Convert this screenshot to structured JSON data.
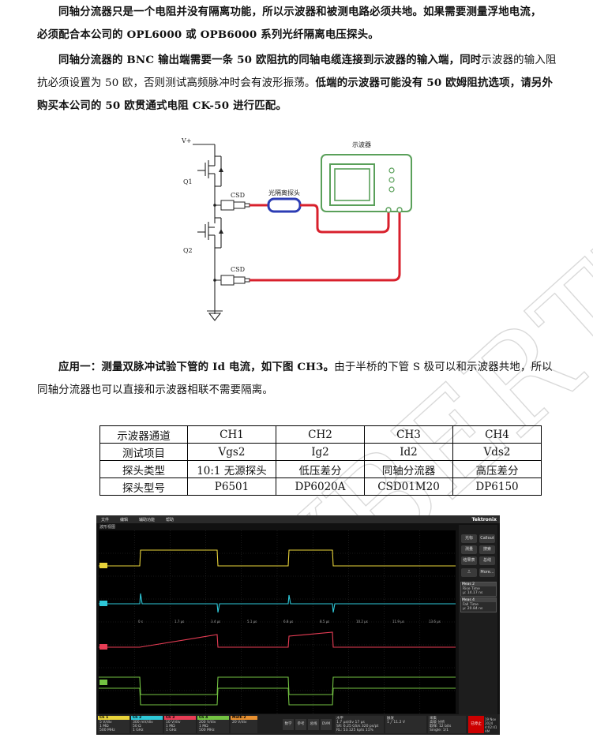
{
  "paragraph1": {
    "line1": "同轴分流器只是一个电阻并没有隔离功能，所以示波器和被测电路必须共地。如果需要测量浮地电流，",
    "line2": "必须配合本公司的 OPL6000 或 OPB6000 系列光纤隔离电压探头。"
  },
  "paragraph2": {
    "seg1": "同轴分流器的 BNC 输出端需要一条 50 欧阻抗的同轴电缆连接到示波器的输入端，同时",
    "seg2": "示波器的输入",
    "seg3": "阻抗必须设置为 50 欧，否则测试高频脉冲时会有波形振荡。",
    "seg4": "低端的示波器可能没有 50 欧姆阻抗选项，请",
    "seg5": "另外购买本公司的 50 欧贯通式电阻 CK-50 进行匹配。"
  },
  "circuit": {
    "vplus": "V+",
    "q1": "Q1",
    "q2": "Q2",
    "csd_top": "CSD",
    "csd_bottom": "CSD",
    "probe": "光隔离探头",
    "scope": "示波器"
  },
  "paragraph3": {
    "seg1": "应用一：测量双脉冲试验下管的 Id 电流，如下图 CH3。",
    "seg2": "由于半桥的下管 S 极可以和示波器共地，所以",
    "seg3": "同轴分流器也可以直接和示波器相联不需要隔离。"
  },
  "table": {
    "header": [
      "示波器通道",
      "CH1",
      "CH2",
      "CH3",
      "CH4"
    ],
    "rows": [
      [
        "测试项目",
        "Vgs2",
        "Ig2",
        "Id2",
        "Vds2"
      ],
      [
        "探头类型",
        "10:1 无源探头",
        "低压差分",
        "同轴分流器",
        "高压差分"
      ],
      [
        "探头型号",
        "P6501",
        "DP6020A",
        "CSD01M20",
        "DP6150"
      ]
    ]
  },
  "scope_screen": {
    "brand": "Tektronix",
    "menu": [
      "文件",
      "编辑",
      "辅助功能",
      "帮助"
    ],
    "subtitle": "波形视图",
    "side_buttons": [
      "光标",
      "Callout",
      "测量",
      "搜索",
      "结果表",
      "总线",
      "",
      "More..."
    ],
    "meas": [
      {
        "title": "Meas 2",
        "l1": "Rise Time",
        "l2": "μ: 14.17 ns"
      },
      {
        "title": "Meas 4",
        "l1": "Fall Time",
        "l2": "μ: 20.84 ns"
      }
    ],
    "channels": [
      {
        "name": "Ch 1",
        "l1": "5 V/div",
        "l2": "1 MΩ",
        "l3": "500 MHz",
        "color": "#e8d33a"
      },
      {
        "name": "Ch 2",
        "l1": "300 mV/div",
        "l2": "50 Ω",
        "l3": "1 GHz",
        "color": "#2ec8d8"
      },
      {
        "name": "Ch 3",
        "l1": "10 V/div",
        "l2": "1 MΩ",
        "l3": "1 GHz",
        "color": "#e83d55"
      },
      {
        "name": "Ch 4",
        "l1": "200 V/div",
        "l2": "1 MΩ",
        "l3": "500 MHz",
        "color": "#73c242"
      },
      {
        "name": "Math 2",
        "l1": "20 V/div",
        "l2": "",
        "l3": "",
        "color": "#e89030"
      }
    ],
    "bottom_buttons": [
      "数学",
      "参考",
      "总线",
      "DVM"
    ],
    "horizontal": {
      "title": "水平",
      "l1": "1.7 μs/div   17 μs",
      "l2": "SR: 6.25 GS/s  320 ps/pt",
      "l3": "RL: 53.125 kpts  11%"
    },
    "trigger": {
      "title": "触发",
      "l1": "1  ╱  11.2 V"
    },
    "acq": {
      "title": "采集",
      "l1": "高级   分析",
      "l2": "取样: 12 bits",
      "l3": "Single: 1/1"
    },
    "stop": "已停止",
    "date": [
      "19 Nov 2024",
      "4:02:41 AM"
    ],
    "time_ticks": [
      "0 s",
      "1.7 μs",
      "3.4 μs",
      "5.1 μs",
      "6.8 μs",
      "8.5 μs",
      "10.2 μs",
      "11.9 μs",
      "13.6 μs"
    ]
  },
  "colors": {
    "ch1": "#e8d33a",
    "ch2": "#2ec8d8",
    "ch3": "#e83d55",
    "ch4": "#73c242",
    "circuit_green": "#5aa05a",
    "cable_red": "#d8202c",
    "probe_blue": "#2c3cb4",
    "watermark": "#d0d0d0"
  }
}
